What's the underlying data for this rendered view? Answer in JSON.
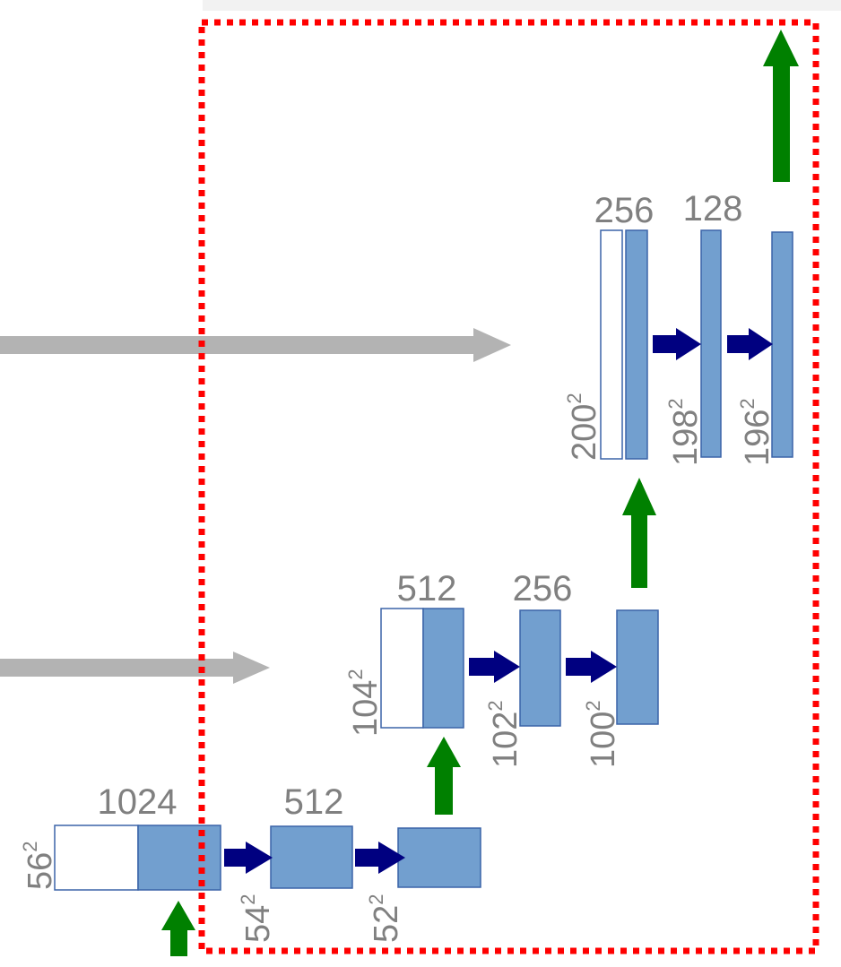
{
  "colors": {
    "block_fill": "#729fcf",
    "block_stroke": "#3b64a8",
    "conv_arrow": "#000080",
    "up_arrow": "#008000",
    "skip_arrow": "#b3b3b3",
    "crop_box": "#ff0000",
    "label": "#808080"
  },
  "labels": {
    "l4_ch_a": "1024",
    "l4_ch_b": "512",
    "l4_size_in": "56",
    "l4_size_1": "54",
    "l4_size_2": "52",
    "l3_ch_a": "512",
    "l3_ch_b": "256",
    "l3_size_in": "104",
    "l3_size_1": "102",
    "l3_size_2": "100",
    "l2_ch_a": "256",
    "l2_ch_b": "128",
    "l2_size_in": "200",
    "l2_size_1": "198",
    "l2_size_2": "196",
    "squared": "2"
  }
}
